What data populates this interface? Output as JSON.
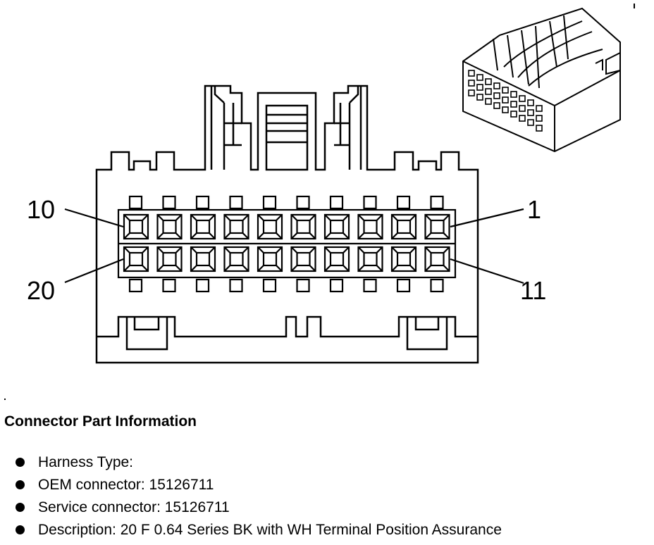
{
  "pin_labels": {
    "top_left": "10",
    "top_right": "1",
    "bottom_left": "20",
    "bottom_right": "11"
  },
  "info": {
    "title": "Connector Part Information",
    "items": [
      {
        "label": "Harness Type:"
      },
      {
        "label": "OEM connector: 15126711"
      },
      {
        "label": "Service connector: 15126711"
      },
      {
        "label": "Description: 20 F 0.64 Series BK with WH Terminal Position Assurance"
      }
    ]
  },
  "colors": {
    "line": "#000000",
    "background": "#ffffff"
  }
}
